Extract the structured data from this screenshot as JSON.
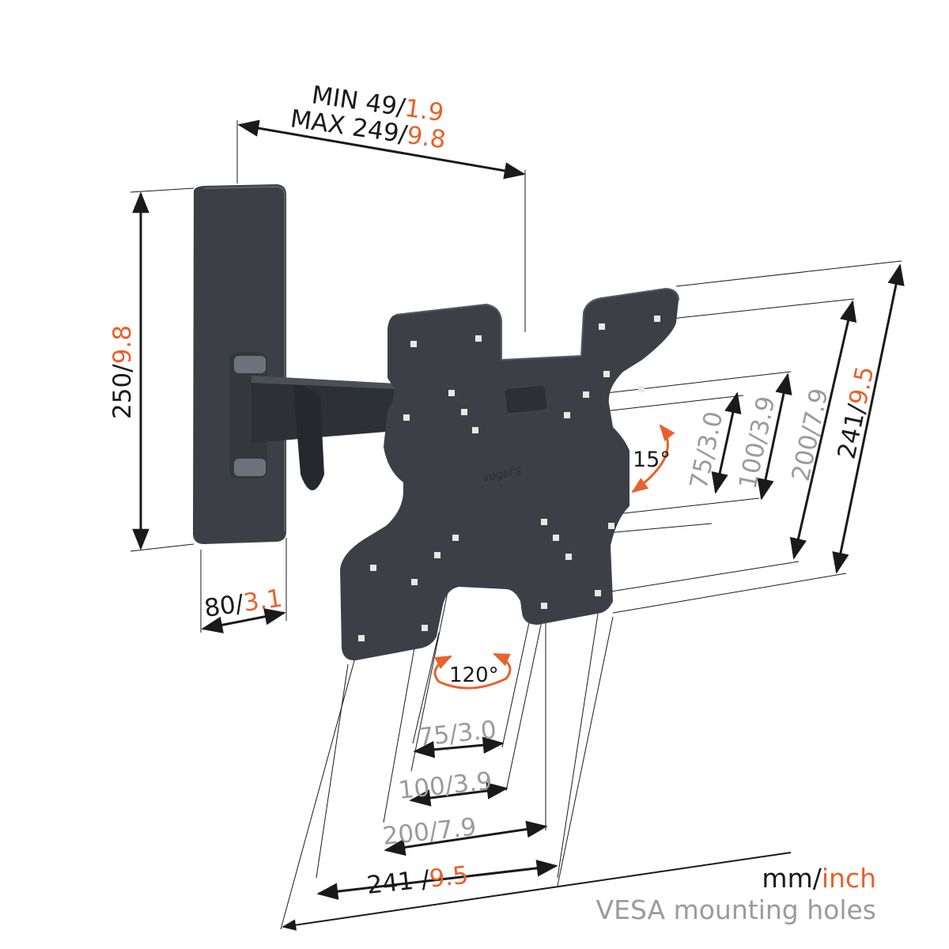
{
  "colors": {
    "dark": "#1a1a1a",
    "orange": "#e8622a",
    "grey": "#9b9b9b",
    "mount": "#3c4046"
  },
  "logo": "vogel's",
  "depth": {
    "min_label": "MIN 49/",
    "min_inch": "1.9",
    "max_label": "MAX 249/",
    "max_inch": "9.8"
  },
  "wall_height": {
    "mm": "250/",
    "inch": "9.8"
  },
  "wall_width": {
    "mm": "80/",
    "inch": "3.1"
  },
  "tilt": {
    "label": "15°"
  },
  "swivel": {
    "label": "120°"
  },
  "vertical": [
    {
      "mm": "75/",
      "inch": "3.0"
    },
    {
      "mm": "100/",
      "inch": "3.9"
    },
    {
      "mm": "200/",
      "inch": "7.9"
    },
    {
      "mm": "241/",
      "inch": "9.5"
    }
  ],
  "horizontal": [
    {
      "mm": "75/",
      "inch": "3.0"
    },
    {
      "mm": "100/",
      "inch": "3.9"
    },
    {
      "mm": "200/",
      "inch": "7.9"
    },
    {
      "mm": "241 /",
      "inch": "9.5"
    }
  ],
  "legend": {
    "mm": "mm/",
    "inch": "inch",
    "caption": "VESA mounting holes"
  }
}
